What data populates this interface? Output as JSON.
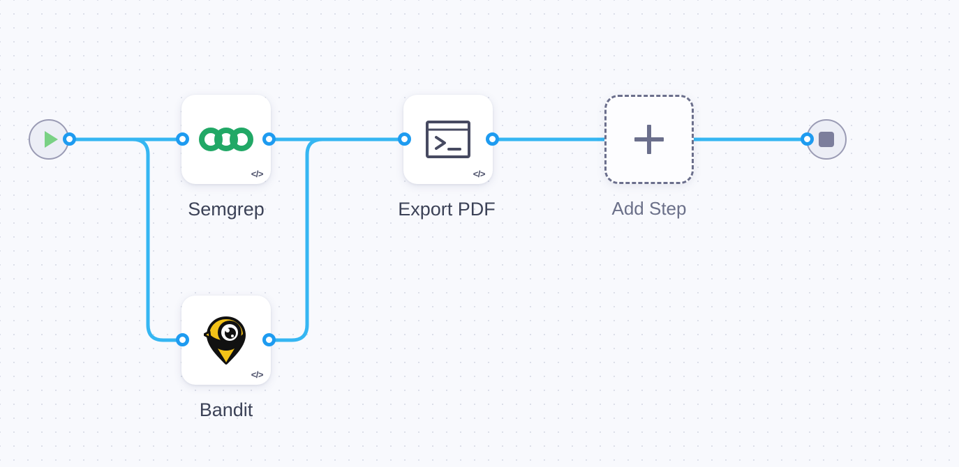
{
  "canvas": {
    "background_color": "#f8f9fd",
    "dot_color": "#dcdfe9",
    "edge_color": "#35b6f2",
    "handle_color": "#1e9bf0"
  },
  "start_node": {
    "name": "start",
    "icon": "play-icon",
    "icon_color": "#79d184",
    "circle_color": "#eceef6"
  },
  "end_node": {
    "name": "end",
    "icon": "stop-icon",
    "icon_color": "#7c7e9c",
    "circle_color": "#eceef6"
  },
  "steps": [
    {
      "id": "semgrep",
      "label": "Semgrep",
      "icon": "semgrep-logo-icon",
      "icon_color": "#21a866",
      "badge": "</>"
    },
    {
      "id": "bandit",
      "label": "Bandit",
      "icon": "bandit-bird-icon",
      "icon_color": "#f3c218",
      "badge": "</>"
    },
    {
      "id": "export-pdf",
      "label": "Export PDF",
      "icon": "terminal-icon",
      "icon_color": "#474a61",
      "badge": "</>"
    },
    {
      "id": "add-step",
      "label": "Add Step",
      "icon": "plus-icon",
      "icon_color": "#6b6f8c",
      "badge": ""
    }
  ]
}
